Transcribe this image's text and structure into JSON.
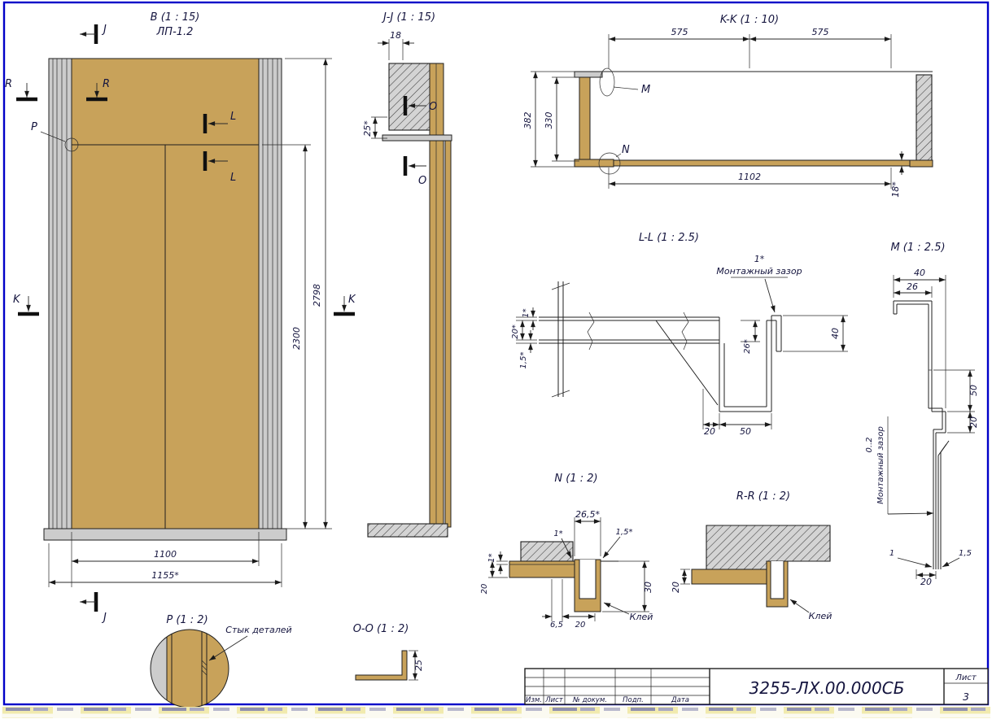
{
  "views": {
    "b": {
      "title": "B (1 : 15)",
      "subtitle": "ЛП-1.2",
      "marker_j": "J",
      "marker_r": "R",
      "marker_k": "K",
      "marker_l": "L",
      "marker_p": "P",
      "dim_2798": "2798",
      "dim_2300": "2300",
      "dim_1100": "1100",
      "dim_1155": "1155*"
    },
    "p": {
      "title": "P (1 : 2)",
      "note": "Стык деталей"
    },
    "oo": {
      "title": "O-O (1 : 2)",
      "dim_25": "25"
    },
    "jj": {
      "title": "J-J (1 : 15)",
      "dim_18": "18",
      "dim_25": "25*",
      "marker_o": "O"
    },
    "kk": {
      "title": "K-K (1 : 10)",
      "dim_575_left": "575",
      "dim_575_right": "575",
      "dim_382": "382",
      "dim_330": "330",
      "marker_m": "M",
      "marker_n": "N",
      "dim_1102": "1102",
      "dim_18": "18*"
    },
    "ll": {
      "title": "L-L (1 : 2.5)",
      "gap_value": "1*",
      "gap_label": "Монтажный зазор",
      "dim_1": "1*",
      "dim_20": "20*",
      "dim_15": "1,5*",
      "dim_26": "26*",
      "dim_40": "40",
      "dim_b20": "20",
      "dim_b50": "50"
    },
    "m": {
      "title": "M (1 : 2.5)",
      "dim_40": "40",
      "dim_26": "26",
      "dim_50": "50",
      "dim_20": "20",
      "gap_value": "0..2",
      "gap_label": "Монтажный зазор",
      "dim_1": "1",
      "dim_15": "1,5",
      "dim_b20": "20"
    },
    "n": {
      "title": "N (1 : 2)",
      "dim_265": "26,5*",
      "dim_1_top": "1*",
      "dim_15_top": "1,5*",
      "dim_1_side": "1*",
      "dim_20_side": "20",
      "dim_30": "30",
      "dim_65": "6,5",
      "dim_b20": "20",
      "glue": "Клей"
    },
    "rr": {
      "title": "R-R (1 : 2)",
      "dim_20": "20",
      "glue": "Клей"
    },
    "colors": {
      "panel_tan": "#c8a25a",
      "frame_blue": "#0000c8"
    }
  },
  "title_block": {
    "doc_number": "3255-ЛХ.00.000СБ",
    "sheet_label": "Лист",
    "sheet_number": "3",
    "col_izm": "Изм.",
    "col_list": "Лист",
    "col_doc": "№ докум.",
    "col_sign": "Подп.",
    "col_date": "Дата"
  }
}
